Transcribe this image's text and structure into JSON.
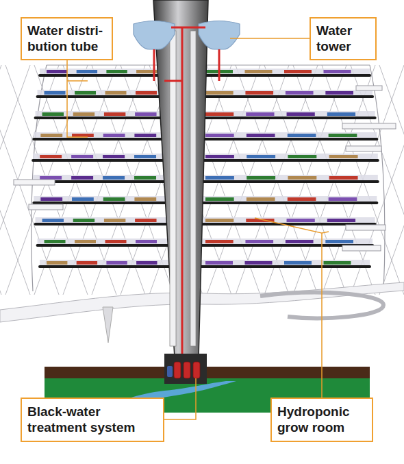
{
  "diagram": {
    "nodes": [
      {
        "text": [
          "Water distri- bution tube"
        ]
      },
      {
        "text": [
          "Water tower"
        ]
      },
      {
        "text": [
          "Black-water treatment system"
        ]
      },
      {
        "text": [
          "Hydroponic grow room"
        ]
      }
    ]
  }
}
